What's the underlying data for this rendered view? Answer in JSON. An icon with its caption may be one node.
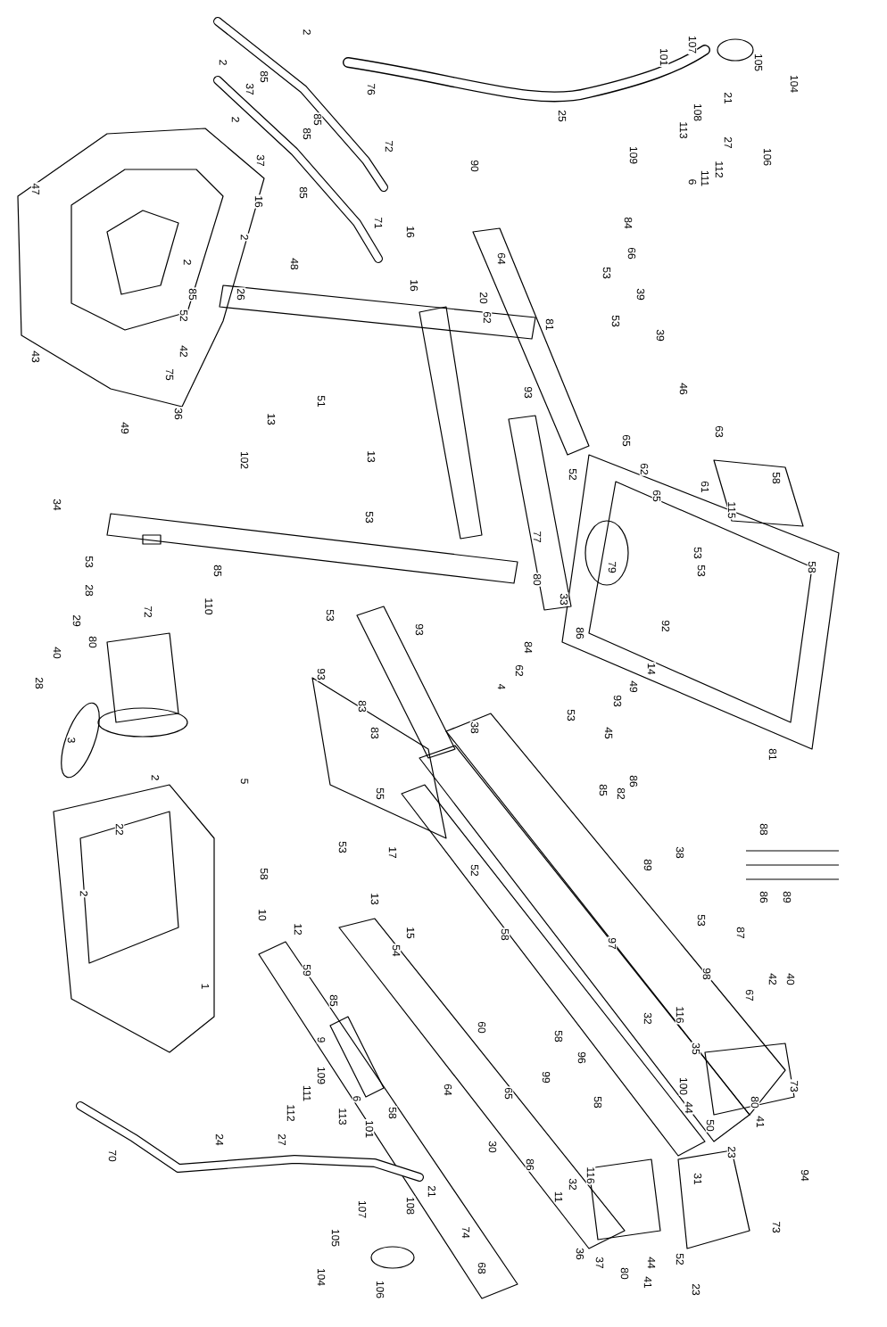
{
  "diagram": {
    "labels": [
      "2",
      "2",
      "85",
      "37",
      "2",
      "85",
      "85",
      "72",
      "76",
      "47",
      "37",
      "85",
      "16",
      "2",
      "48",
      "71",
      "16",
      "16",
      "2",
      "85",
      "52",
      "26",
      "43",
      "42",
      "75",
      "36",
      "49",
      "13",
      "51",
      "101",
      "107",
      "105",
      "104",
      "25",
      "108",
      "21",
      "113",
      "27",
      "109",
      "6",
      "111",
      "112",
      "106",
      "90",
      "84",
      "64",
      "66",
      "53",
      "39",
      "20",
      "62",
      "81",
      "53",
      "39",
      "93",
      "46",
      "63",
      "65",
      "34",
      "102",
      "13",
      "53",
      "53",
      "85",
      "53",
      "110",
      "28",
      "72",
      "29",
      "80",
      "40",
      "28",
      "93",
      "93",
      "83",
      "83",
      "3",
      "2",
      "5",
      "55",
      "22",
      "53",
      "17",
      "58",
      "52",
      "62",
      "61",
      "65",
      "58",
      "115",
      "77",
      "80",
      "79",
      "53",
      "53",
      "58",
      "33",
      "84",
      "86",
      "92",
      "14",
      "62",
      "4",
      "49",
      "93",
      "53",
      "38",
      "45",
      "81",
      "85",
      "82",
      "86",
      "89",
      "88",
      "38",
      "52",
      "2",
      "10",
      "12",
      "13",
      "15",
      "54",
      "59",
      "1",
      "9",
      "85",
      "109",
      "111",
      "112",
      "113",
      "6",
      "58",
      "101",
      "27",
      "24",
      "70",
      "108",
      "21",
      "107",
      "105",
      "104",
      "106",
      "53",
      "87",
      "86",
      "89",
      "58",
      "97",
      "98",
      "42",
      "40",
      "67",
      "32",
      "116",
      "58",
      "60",
      "96",
      "35",
      "73",
      "99",
      "100",
      "80",
      "58",
      "44",
      "65",
      "64",
      "50",
      "41",
      "30",
      "86",
      "23",
      "94",
      "11",
      "116",
      "32",
      "31",
      "73",
      "74",
      "36",
      "37",
      "68",
      "80",
      "44",
      "52",
      "41",
      "23"
    ]
  }
}
